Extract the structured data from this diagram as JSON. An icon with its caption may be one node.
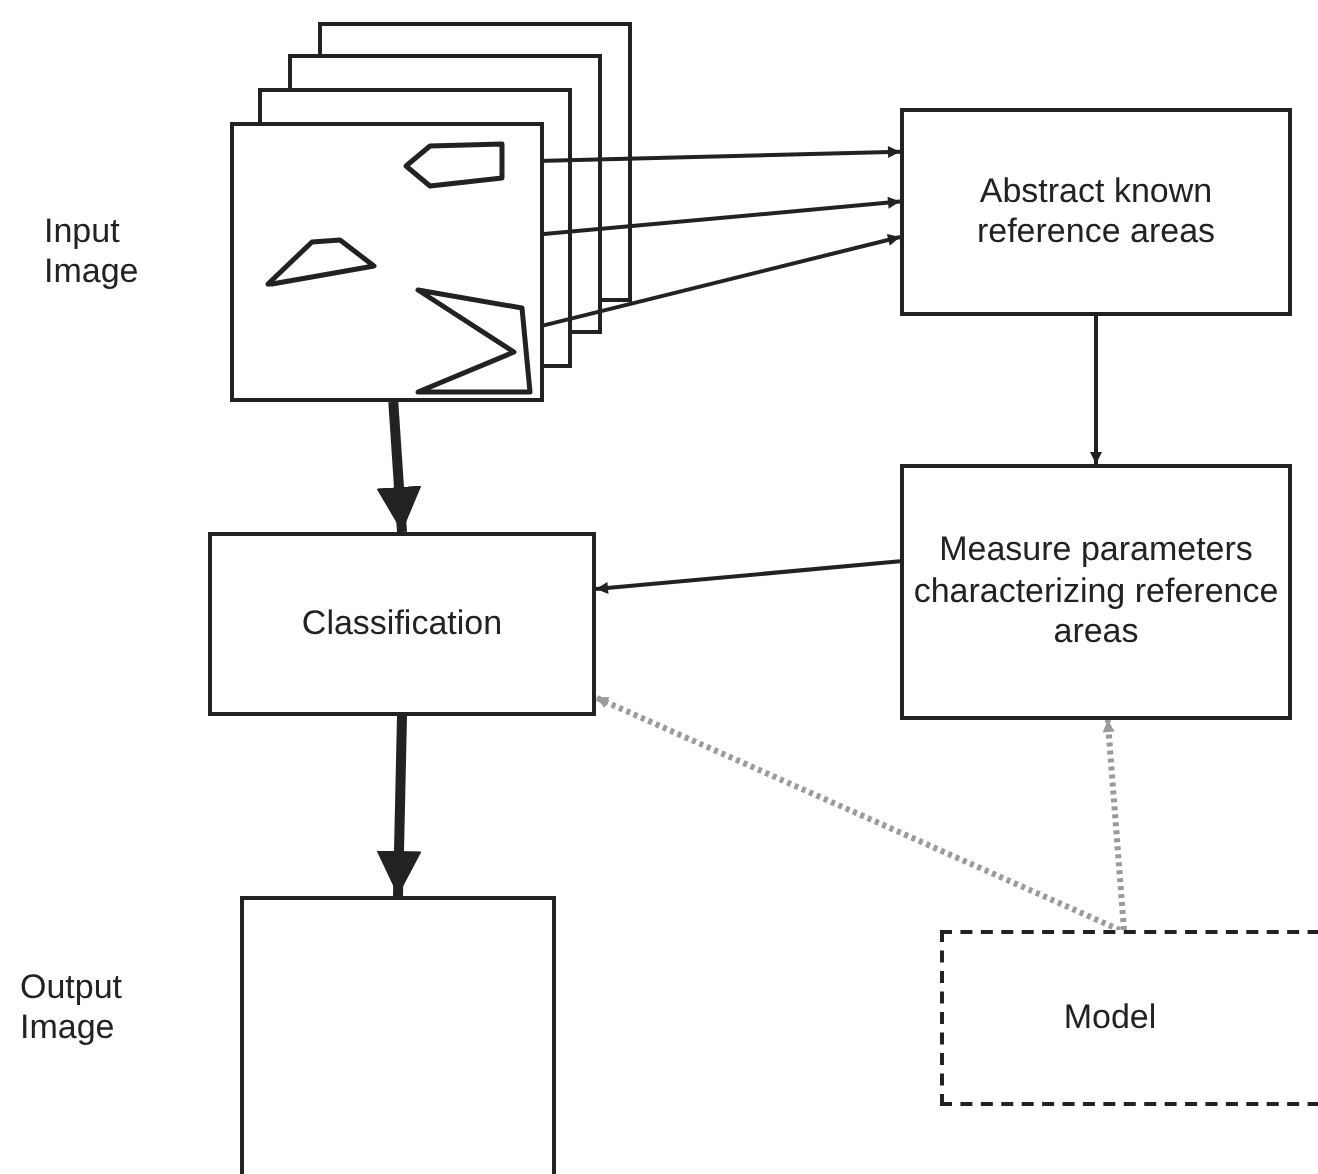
{
  "diagram": {
    "nodes": [
      {
        "text": [],
        "shape": "box",
        "beside": [
          "Input Image"
        ]
      },
      {
        "text": [],
        "shape": "polygon",
        "in": 0
      },
      {
        "text": [],
        "shape": "polygon",
        "in": 0
      },
      {
        "text": [],
        "shape": "polygon",
        "in": 0
      },
      {
        "text": [
          "Abstract known reference areas"
        ]
      },
      {
        "text": [
          "Measure parameters characterizing reference areas"
        ]
      },
      {
        "text": [
          "Classification"
        ]
      },
      {
        "text": [],
        "shape": "box",
        "beside": [
          "Output Image"
        ]
      },
      {
        "text": [
          "Model"
        ]
      }
    ],
    "edges": [
      {
        "from": 1,
        "to": 4,
        "arrow": "to"
      },
      {
        "from": 2,
        "to": 4,
        "arrow": "to"
      },
      {
        "from": 3,
        "to": 4,
        "arrow": "to"
      },
      {
        "from": 4,
        "to": 5,
        "arrow": "to"
      },
      {
        "from": 5,
        "to": 6,
        "arrow": "to"
      },
      {
        "from": 0,
        "to": 6,
        "arrow": "to",
        "style": "thick"
      },
      {
        "from": 6,
        "to": 7,
        "arrow": "to",
        "style": "thick"
      },
      {
        "from": 8,
        "to": 6,
        "arrow": "to",
        "style": "dashed",
        "color": "#9a9a9a"
      },
      {
        "from": 8,
        "to": 5,
        "arrow": "to",
        "style": "dashed",
        "color": "#9a9a9a"
      }
    ]
  }
}
